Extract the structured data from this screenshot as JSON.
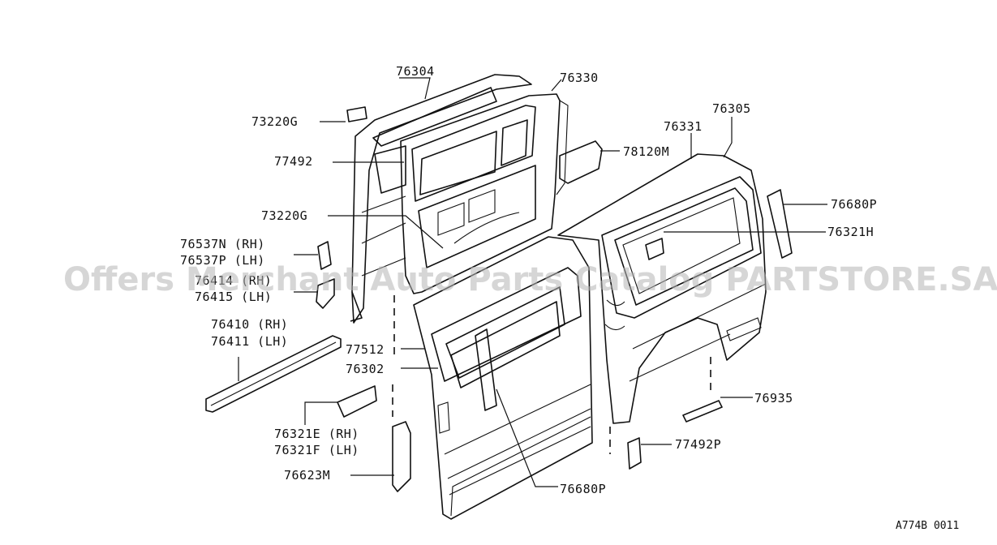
{
  "watermark": "Offers Merchant Auto Parts Catalog PARTSTORE.SA",
  "diagram_code": "A774B 0011",
  "labels": {
    "p76304": "76304",
    "p76330": "76330",
    "p73220g_top": "73220G",
    "p77492": "77492",
    "p73220g_mid": "73220G",
    "p76537n": "76537N (RH)",
    "p76537p": "76537P (LH)",
    "p76414": "76414 (RH)",
    "p76415": "76415 (LH)",
    "p76410": "76410 (RH)",
    "p76411": "76411 (LH)",
    "p77512": "77512",
    "p76302": "76302",
    "p76321e": "76321E (RH)",
    "p76321f": "76321F (LH)",
    "p76623m": "76623M",
    "p76305": "76305",
    "p76331": "76331",
    "p78120m": "78120M",
    "p76680p_top": "76680P",
    "p76321h": "76321H",
    "p76935": "76935",
    "p77492p": "77492P",
    "p76680p_bottom": "76680P"
  }
}
